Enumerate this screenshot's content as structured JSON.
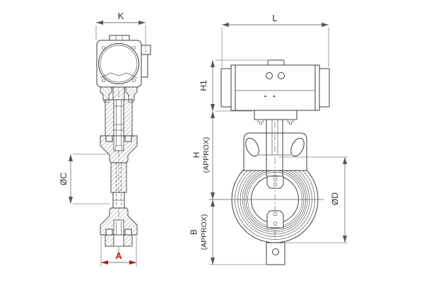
{
  "colors": {
    "line": "#3d3d3d",
    "dim_line": "#7a7a7a",
    "accent_red": "#c41414",
    "background": "#ffffff"
  },
  "side_view": {
    "dim_top_width": "K",
    "dim_bore_diameter": "ØC",
    "dim_face_to_face": "A"
  },
  "front_view": {
    "dim_actuator_length": "L",
    "dim_actuator_height": "H1",
    "dim_upper_height": "H",
    "dim_upper_height_note": "(APPROX)",
    "dim_lower_height": "B",
    "dim_lower_height_note": "(APPROX)",
    "dim_outer_diameter": "ØD"
  }
}
